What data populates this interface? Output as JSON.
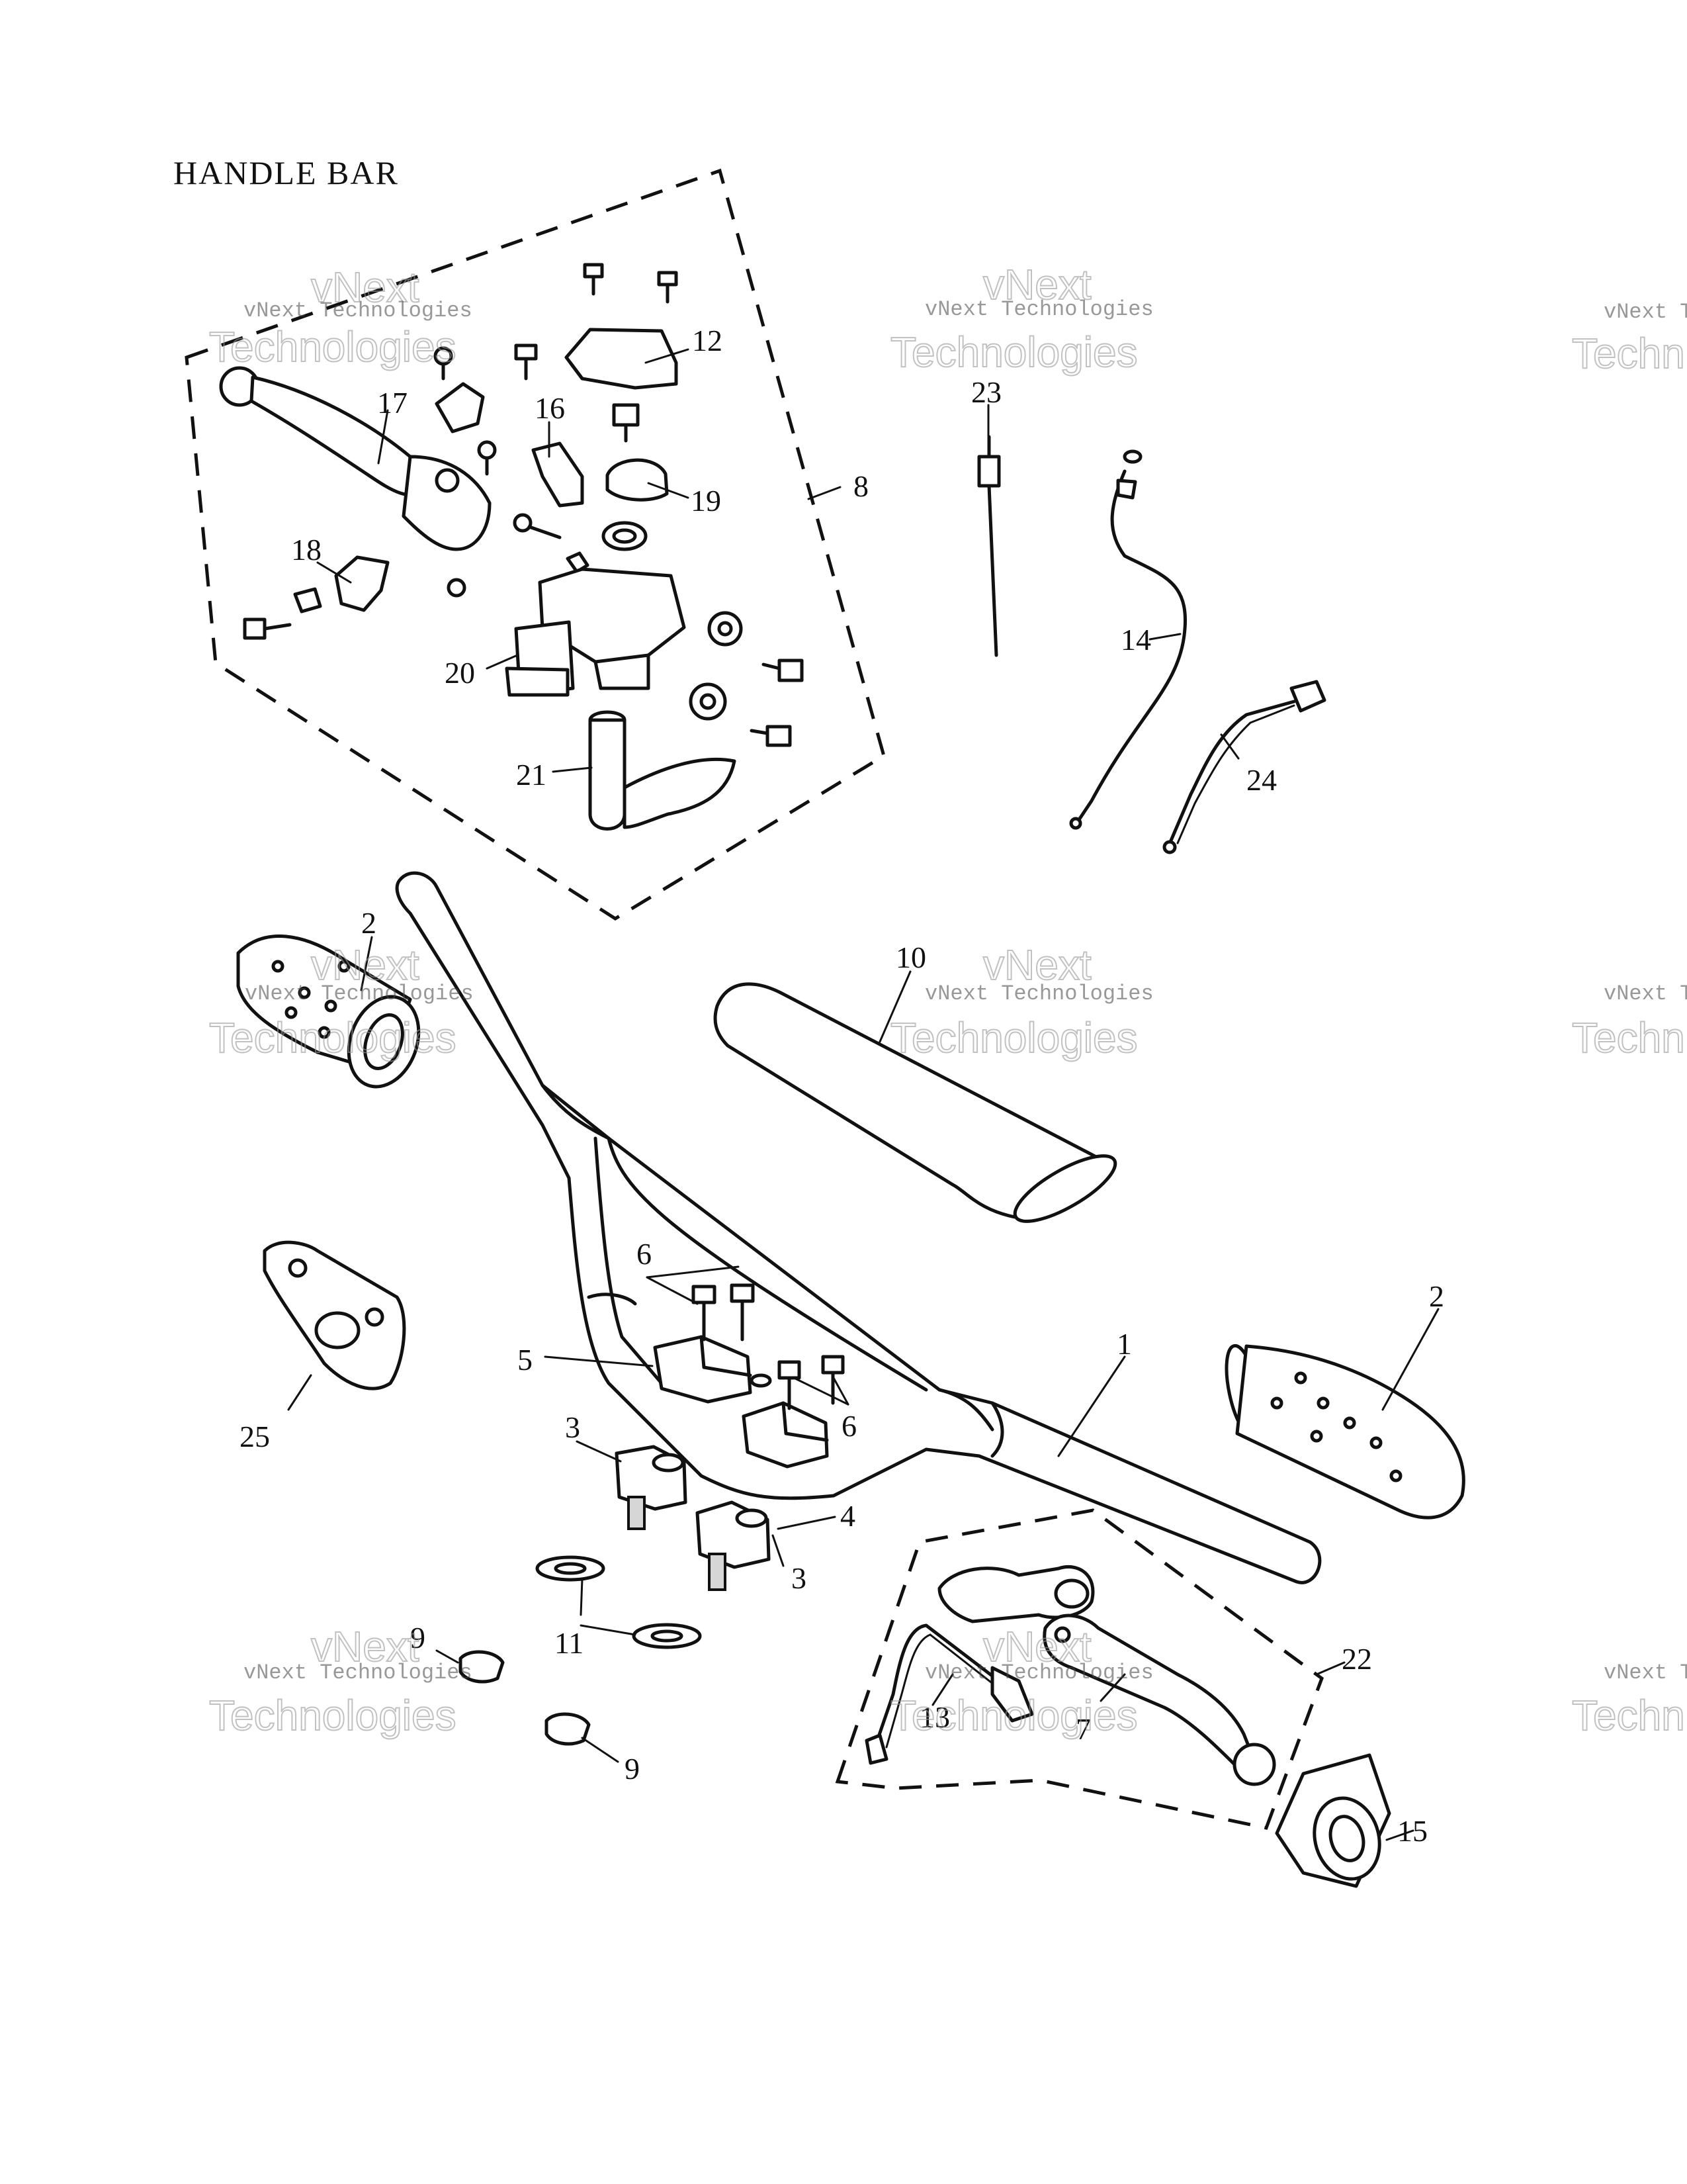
{
  "title": "HANDLE BAR",
  "watermark": {
    "line1": "vNext",
    "line2": "vNext Technologies",
    "line3": "Technologies",
    "edge_line2": "vNext Te",
    "edge_line3": "Techn"
  },
  "callouts": {
    "c1": "1",
    "c2a": "2",
    "c2b": "2",
    "c3a": "3",
    "c3b": "3",
    "c4": "4",
    "c5": "5",
    "c6a": "6",
    "c6b": "6",
    "c7": "7",
    "c8": "8",
    "c9a": "9",
    "c9b": "9",
    "c10": "10",
    "c11": "11",
    "c12": "12",
    "c13": "13",
    "c14": "14",
    "c15": "15",
    "c16": "16",
    "c17": "17",
    "c18": "18",
    "c19": "19",
    "c20": "20",
    "c21": "21",
    "c22": "22",
    "c23": "23",
    "c24": "24",
    "c25": "25"
  }
}
